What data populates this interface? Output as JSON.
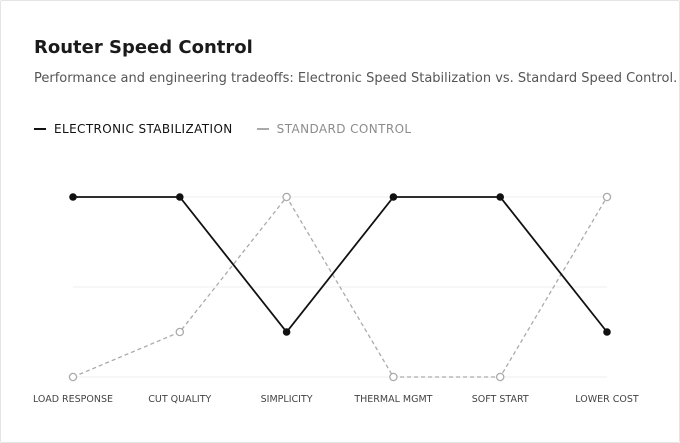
{
  "header": {
    "title": "Router Speed Control",
    "subtitle": "Performance and engineering tradeoffs: Electronic Speed Stabilization vs. Standard Speed Control."
  },
  "legend": {
    "items": [
      {
        "label": "ELECTRONIC STABILIZATION",
        "style": "solid",
        "color": "#111111"
      },
      {
        "label": "STANDARD CONTROL",
        "style": "dashed",
        "color": "#aaaaaa"
      }
    ]
  },
  "chart_data": {
    "type": "line",
    "title": "Router Speed Control",
    "subtitle": "Performance and engineering tradeoffs: Electronic Speed Stabilization vs. Standard Speed Control.",
    "categories": [
      "LOAD RESPONSE",
      "CUT QUALITY",
      "SIMPLICITY",
      "THERMAL MGMT",
      "SOFT START",
      "LOWER COST"
    ],
    "series": [
      {
        "name": "ELECTRONIC STABILIZATION",
        "values": [
          5,
          5,
          2,
          5,
          5,
          2
        ],
        "color": "#111111",
        "dash": false,
        "marker": "filled"
      },
      {
        "name": "STANDARD CONTROL",
        "values": [
          1,
          2,
          5,
          1,
          1,
          5
        ],
        "color": "#aaaaaa",
        "dash": true,
        "marker": "hollow"
      }
    ],
    "xlabel": "",
    "ylabel": "",
    "ylim": [
      1,
      5
    ],
    "grid": true,
    "legend_position": "top-left"
  }
}
